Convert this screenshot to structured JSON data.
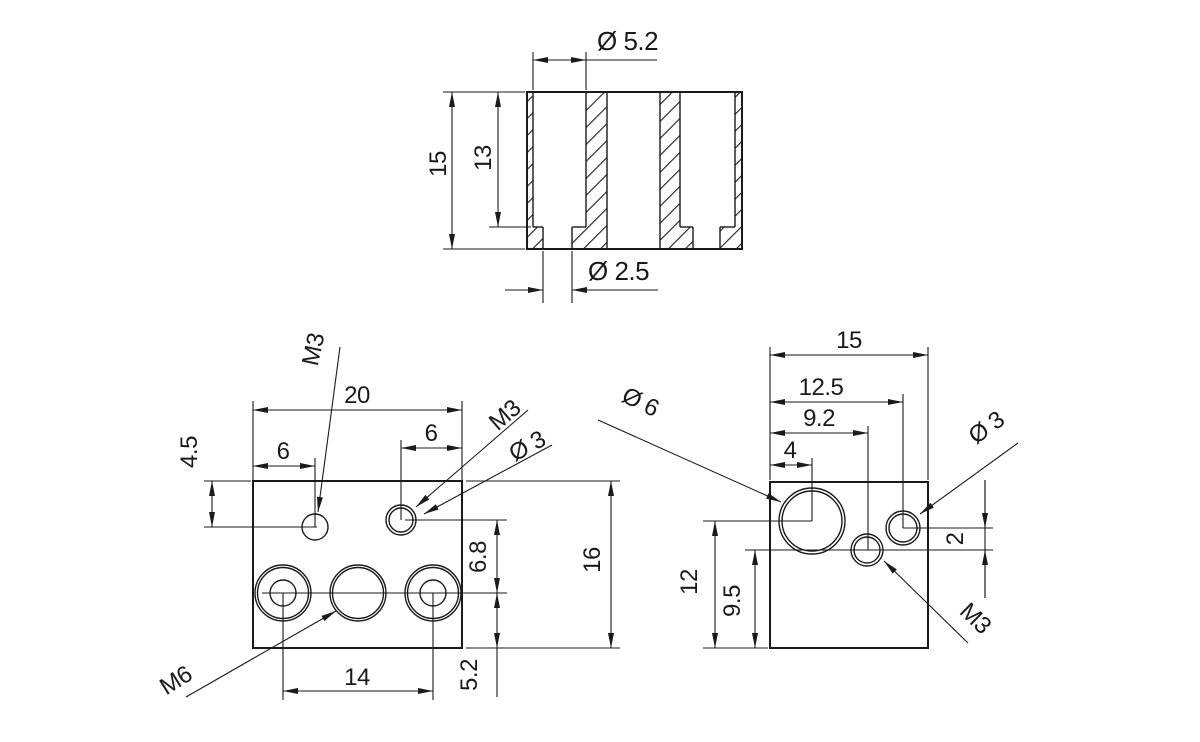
{
  "background": "#ffffff",
  "line_color": "#1a1a1a",
  "views": {
    "section": {
      "bore_diameter": "Ø 5.2",
      "overall_height": "15",
      "bore_depth": "13",
      "through_hole_diameter": "Ø 2.5"
    },
    "front": {
      "overall_width": "20",
      "left_hole_offset": "6",
      "right_hole_offset": "6",
      "top_hole_drop": "4.5",
      "left_hole_thread": "M3",
      "right_hole_thread": "M3",
      "right_hole_diameter": "Ø 3",
      "row_gap": "6.8",
      "overall_height": "16",
      "bottom_row_height": "5.2",
      "bottom_hole_pitch": "14",
      "center_hole_thread": "M6"
    },
    "side": {
      "overall_depth": "15",
      "small_hole_offset": "12.5",
      "m3_hole_offset": "9.2",
      "large_hole_offset": "4",
      "large_hole_diameter": "Ø 6",
      "small_hole_diameter": "Ø 3",
      "hole_vertical_gap": "2",
      "large_hole_height": "12",
      "m3_hole_height": "9.5",
      "m3_thread": "M3"
    }
  }
}
